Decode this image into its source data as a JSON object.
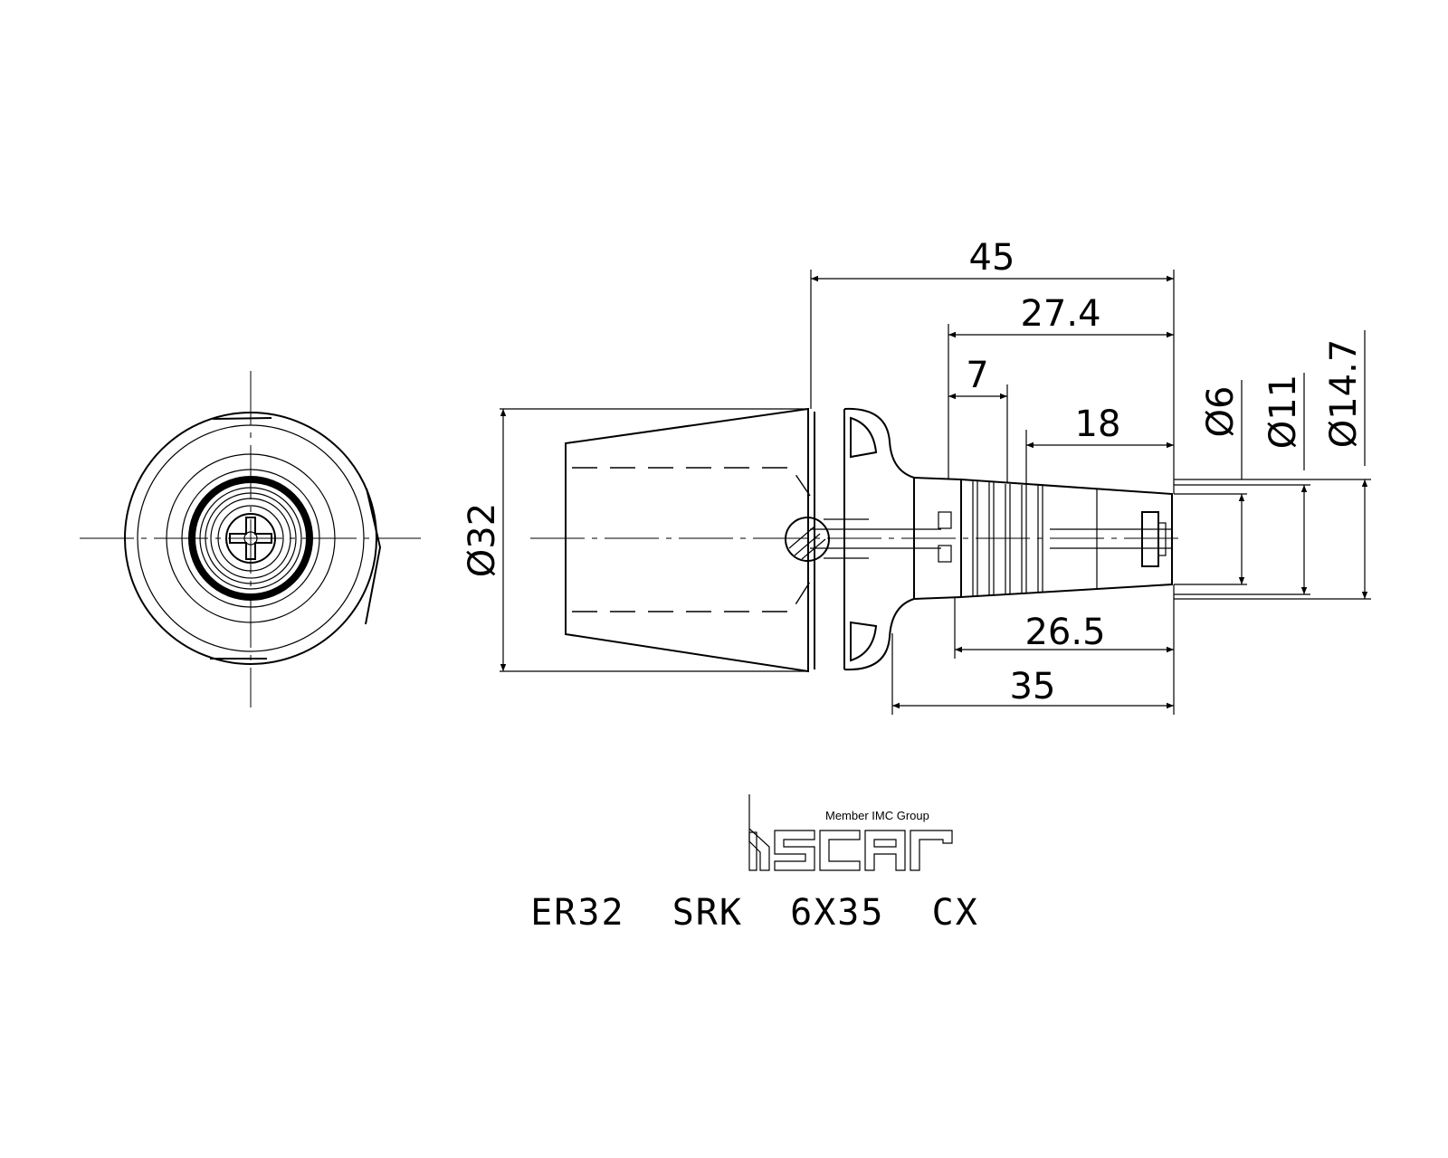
{
  "drawing": {
    "dimensions": {
      "overall_length": "45",
      "shank_to_end": "27.4",
      "flange_width": "7",
      "grip_length": "18",
      "cone_length": "26.5",
      "projection": "35",
      "dia_body": "Ø32",
      "dia_bore": "Ø6",
      "dia_nose": "Ø11",
      "dia_shank": "Ø14.7"
    },
    "logo": {
      "tagline": "Member IMC Group",
      "brand": "iscar"
    },
    "part_number": "ER32  SRK  6X35  CX"
  }
}
